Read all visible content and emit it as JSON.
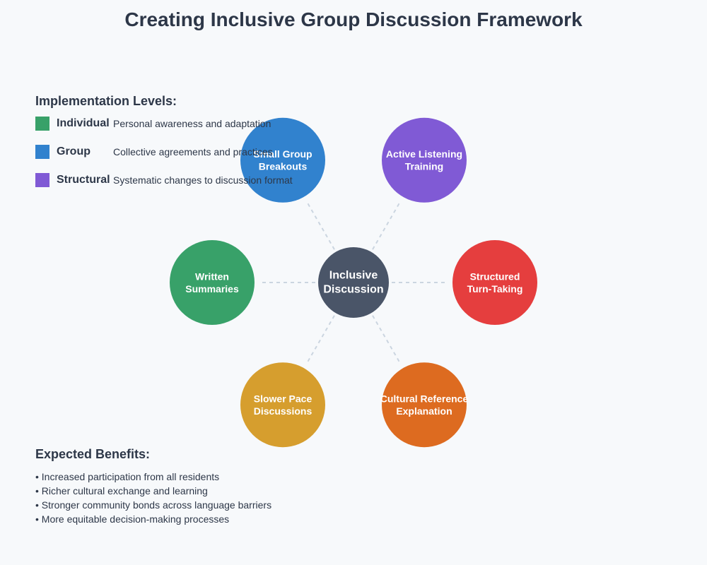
{
  "title": "Creating Inclusive Group Discussion Framework",
  "colors": {
    "individual": "#38a169",
    "group": "#3182ce",
    "structural": "#805ad5",
    "center": "#4a5568",
    "red": "#e53e3e",
    "orange": "#dd6b20",
    "gold": "#d69e2e",
    "connector": "#cbd5e0"
  },
  "center_node": {
    "lines": [
      "Inclusive",
      "Discussion"
    ]
  },
  "nodes": [
    {
      "name": "node-small-group-breakouts",
      "lines": [
        "Small Group",
        "Breakouts"
      ],
      "color": "#3182ce"
    },
    {
      "name": "node-active-listening-training",
      "lines": [
        "Active Listening",
        "Training"
      ],
      "color": "#805ad5"
    },
    {
      "name": "node-structured-turn-taking",
      "lines": [
        "Structured",
        "Turn-Taking"
      ],
      "color": "#e53e3e"
    },
    {
      "name": "node-cultural-reference-explanation",
      "lines": [
        "Cultural Reference",
        "Explanation"
      ],
      "color": "#dd6b20"
    },
    {
      "name": "node-slower-pace-discussions",
      "lines": [
        "Slower Pace",
        "Discussions"
      ],
      "color": "#d69e2e"
    },
    {
      "name": "node-written-summaries",
      "lines": [
        "Written",
        "Summaries"
      ],
      "color": "#38a169"
    }
  ],
  "legend": {
    "title": "Implementation Levels:",
    "items": [
      {
        "name": "Individual",
        "desc": "Personal awareness and adaptation",
        "color": "#38a169"
      },
      {
        "name": "Group",
        "desc": "Collective agreements and practices",
        "color": "#3182ce"
      },
      {
        "name": "Structural",
        "desc": "Systematic changes to discussion format",
        "color": "#805ad5"
      }
    ]
  },
  "benefits": {
    "title": "Expected Benefits:",
    "items": [
      "• Increased participation from all residents",
      "• Richer cultural exchange and learning",
      "• Stronger community bonds across language barriers",
      "• More equitable decision-making processes"
    ]
  }
}
